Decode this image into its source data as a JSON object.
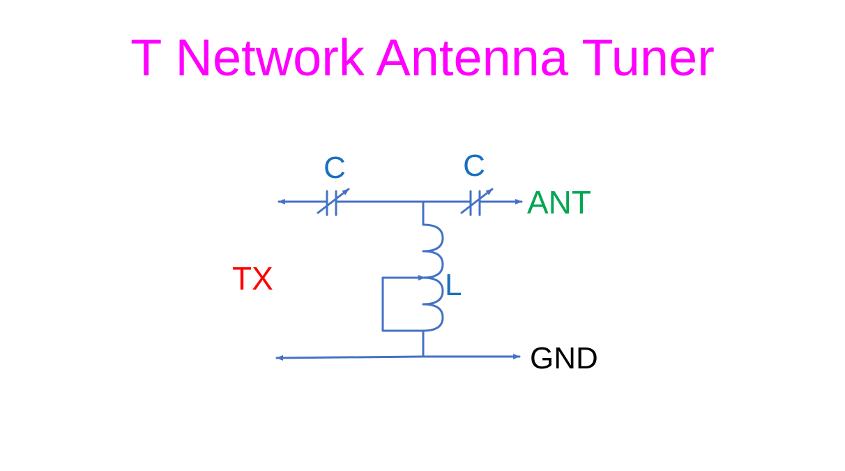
{
  "title": "T Network Antenna Tuner",
  "labels": {
    "capacitor_input": "C",
    "capacitor_output": "C",
    "inductor": "L",
    "transmitter": "TX",
    "antenna": "ANT",
    "ground": "GND"
  },
  "colors": {
    "title": "#ff00ff",
    "wire": "#4472c4",
    "component_label": "#1a6fbf",
    "transmitter": "#ff0000",
    "antenna": "#00a651",
    "ground": "#000000"
  }
}
